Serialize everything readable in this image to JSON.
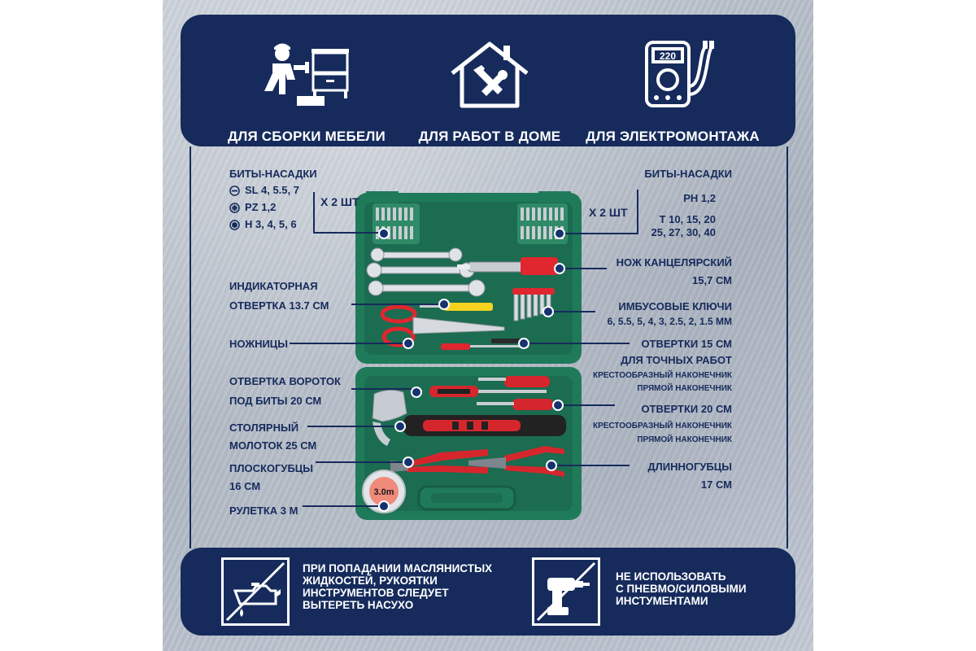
{
  "top_features": [
    {
      "icon": "worker-assembling-furniture-icon",
      "label": "ДЛЯ СБОРКИ МЕБЕЛИ"
    },
    {
      "icon": "house-tools-icon",
      "label": "ДЛЯ РАБОТ В ДОМЕ"
    },
    {
      "icon": "multimeter-icon",
      "label": "ДЛЯ ЭЛЕКТРОМОНТАЖА"
    }
  ],
  "multimeter_display": "220",
  "left_bits": {
    "title": "БИТЫ-НАСАДКИ",
    "rows": [
      {
        "icon": "slotted-bit-icon",
        "text": "SL 4, 5.5, 7"
      },
      {
        "icon": "pozidriv-bit-icon",
        "text": "PZ 1,2"
      },
      {
        "icon": "hex-bit-icon",
        "text": "H 3, 4, 5, 6"
      }
    ],
    "count": "Х 2 ШТ"
  },
  "right_bits": {
    "title": "БИТЫ-НАСАДКИ",
    "lines": [
      "PH 1,2",
      "T 10, 15, 20",
      "25, 27, 30, 40"
    ],
    "count": "Х 2 ШТ"
  },
  "left_labels": [
    {
      "line1": "ИНДИКАТОРНАЯ",
      "line2": "ОТВЕРТКА 13.7 СМ"
    },
    {
      "line1": "НОЖНИЦЫ"
    },
    {
      "line1": "ОТВЕРТКА ВОРОТОК",
      "line2": "ПОД БИТЫ 20 СМ"
    },
    {
      "line1": "СТОЛЯРНЫЙ",
      "line2": "МОЛОТОК 25 СМ"
    },
    {
      "line1": "ПЛОСКОГУБЦЫ",
      "line2": "16 СМ"
    },
    {
      "line1": "РУЛЕТКА 3 М"
    }
  ],
  "right_labels": {
    "knife": {
      "line1": "НОЖ КАНЦЕЛЯРСКИЙ",
      "line2": "15,7 СМ"
    },
    "hex_keys": {
      "line1": "ИМБУСОВЫЕ КЛЮЧИ",
      "line2": "6, 5.5, 5, 4, 3, 2.5, 2, 1.5 ММ"
    },
    "precision_screwdrivers": {
      "line1": "ОТВЕРТКИ 15 СМ",
      "line2": "ДЛЯ ТОЧНЫХ РАБОТ",
      "small1": "КРЕСТООБРАЗНЫЙ НАКОНЕЧНИК",
      "small2": "ПРЯМОЙ НАКОНЕЧНИК"
    },
    "screwdrivers_20": {
      "line1": "ОТВЕРТКИ 20 СМ",
      "small1": "КРЕСТООБРАЗНЫЙ НАКОНЕЧНИК",
      "small2": "ПРЯМОЙ НАКОНЕЧНИК"
    },
    "long_nose": {
      "line1": "ДЛИННОГУБЦЫ",
      "line2": "17 СМ"
    }
  },
  "tape_label": "3.0m",
  "warnings": [
    {
      "icon": "no-oil-icon",
      "text_lines": [
        "ПРИ ПОПАДАНИИ МАСЛЯНИСТЫХ",
        "ЖИДКОСТЕЙ, РУКОЯТКИ",
        "ИНСТРУМЕНТОВ СЛЕДУЕТ",
        "ВЫТЕРЕТЬ НАСУХО"
      ]
    },
    {
      "icon": "no-power-drill-icon",
      "text_lines": [
        "НЕ ИСПОЛЬЗОВАТЬ",
        "С ПНЕВМО/СИЛОВЫМИ",
        "ИНСТУМЕНТАМИ"
      ]
    }
  ],
  "colors": {
    "navy": "#162b5c",
    "case_green": "#1f7a5a",
    "handle_red": "#e0262e"
  }
}
